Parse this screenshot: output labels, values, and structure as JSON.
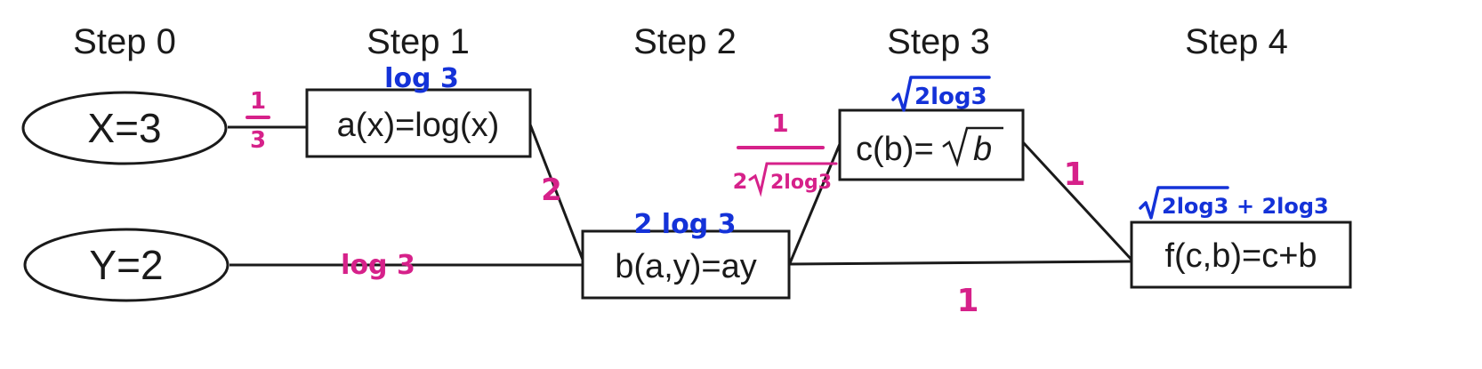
{
  "steps": [
    "Step 0",
    "Step 1",
    "Step 2",
    "Step 3",
    "Step 4"
  ],
  "nodes": {
    "x_input": "X=3",
    "y_input": "Y=2",
    "a_node": "a(x)=log(x)",
    "b_node": "b(a,y)=ay",
    "c_node_prefix": "c(b)=",
    "c_node_var": "b",
    "f_node": "f(c,b)=c+b"
  },
  "handwritten": {
    "edge_x_a": {
      "num": "1",
      "den": "3"
    },
    "edge_a_b": "2",
    "edge_y_b": "log 3",
    "edge_b_c": {
      "num": "1",
      "den_prefix": "2",
      "den_radicand": "2log3"
    },
    "edge_b_f": "1",
    "edge_c_f": "1",
    "above_a": "log 3",
    "above_b": "2 log 3",
    "above_c": "2log3",
    "above_f_radicand": "2log3",
    "above_f_suffix": "+ 2log3"
  },
  "colors": {
    "ink": "#1a1a1a",
    "pink": "#d6218a",
    "blue": "#1432d8"
  }
}
